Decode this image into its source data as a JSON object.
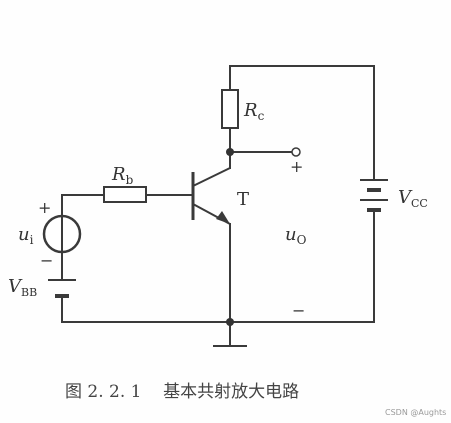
{
  "diagram": {
    "labels": {
      "rc_main": "R",
      "rc_sub": "c",
      "rb_main": "R",
      "rb_sub": "b",
      "transistor": "T",
      "vcc_main": "V",
      "vcc_sub": "CC",
      "vbb_main": "V",
      "vbb_sub": "BB",
      "ui_main": "u",
      "ui_sub": "i",
      "uo_main": "u",
      "uo_sub": "O",
      "plus_out": "+",
      "minus_out": "−",
      "plus_in": "+",
      "minus_in": "−"
    },
    "caption": "图 2. 2. 1    基本共射放大电路",
    "watermark": "CSDN @Aughts"
  }
}
